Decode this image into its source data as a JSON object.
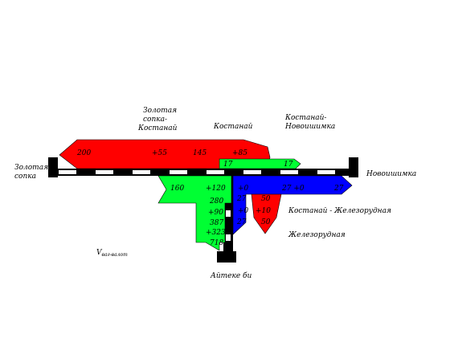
{
  "stations": {
    "left": "Золотая сопка",
    "right": "Новоишимка",
    "bottom": "Айтеке би"
  },
  "legend": {
    "zolotaya_kostanay": [
      "Золотая",
      "сопка-",
      "Костанай"
    ],
    "kostanay": "Костанай",
    "kostanay_novoishimka": [
      "Костанай-",
      "Новоишимка"
    ],
    "kostanay_zhelezorudnaya": "Костанай - Железорудная",
    "zhelezorudnaya": "Железорудная",
    "v_prefix": "V",
    "v_suffix": "ваг-валот"
  },
  "flows": {
    "red_main": {
      "n200": "200",
      "p55": "+55",
      "n145": "145",
      "p85": "+85"
    },
    "green_top": {
      "n17a": "17",
      "n17b": "17"
    },
    "green_mid": {
      "n160": "160",
      "p120": "+120",
      "n280": "280",
      "p90": "+90",
      "n387": "387",
      "p323": "+323",
      "n718": "718"
    },
    "blue": {
      "p0a": "+0",
      "n27a": "27",
      "n27p0": "27 +0",
      "n27b": "27",
      "p0b": "+0",
      "n27c": "27"
    },
    "red_small": {
      "n50a": "50",
      "p10": "+10",
      "n50b": "50"
    }
  },
  "colors": {
    "red": "#ff0000",
    "green": "#00ff33",
    "blue": "#0000ff",
    "track": "#000000"
  }
}
